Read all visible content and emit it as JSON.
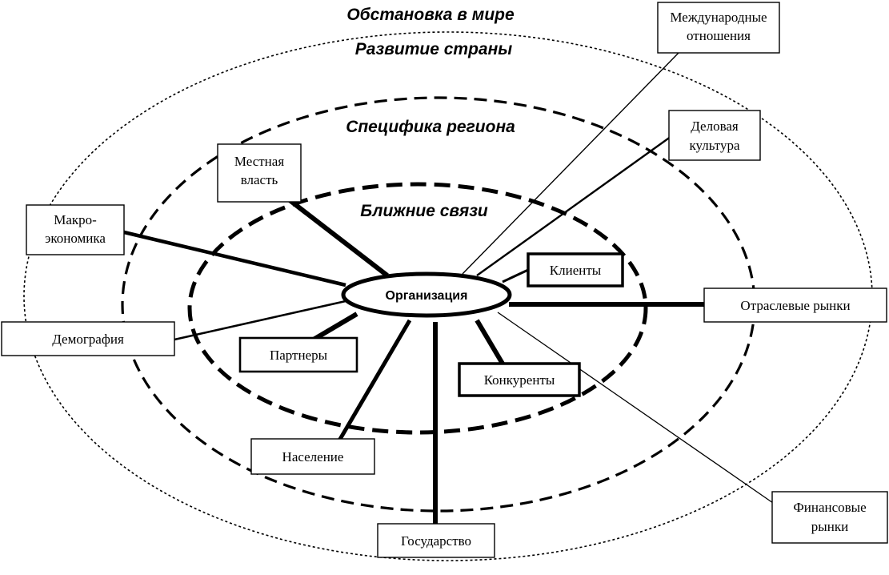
{
  "rings": {
    "world": "Обстановка в мире",
    "country": "Развитие страны",
    "region": "Специфика региона",
    "near": "Ближние связи"
  },
  "center": "Организация",
  "nodes": {
    "international": [
      "Международные",
      "отношения"
    ],
    "business_culture": [
      "Деловая",
      "культура"
    ],
    "local_power": [
      "Местная",
      "власть"
    ],
    "macro": [
      "Макро-",
      "экономика"
    ],
    "demography": "Демография",
    "clients": "Клиенты",
    "industry_markets": "Отраслевые рынки",
    "partners": "Партнеры",
    "competitors": "Конкуренты",
    "population": "Население",
    "financial_markets": [
      "Финансовые",
      "рынки"
    ],
    "state": "Государство"
  }
}
